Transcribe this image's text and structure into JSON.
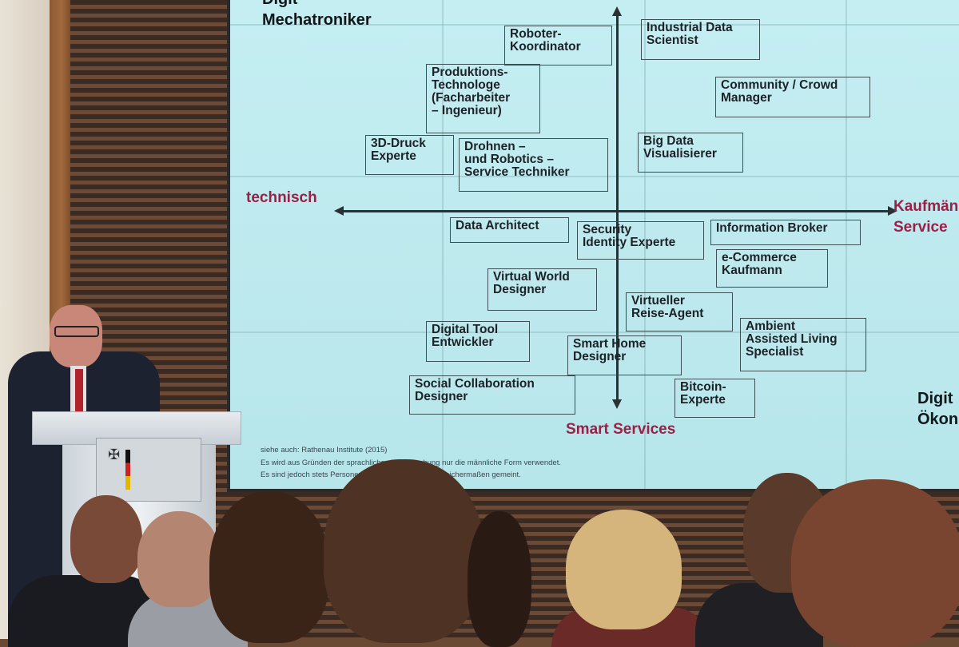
{
  "slide": {
    "top_left_partial": "Digit",
    "top_left_title": "Mechatroniker",
    "axis_left": "technisch",
    "axis_right_top": "Kaufmän",
    "axis_right_bottom": "Service",
    "axis_bottom": "Smart Services",
    "bottom_right_partial_1": "Digit",
    "bottom_right_partial_2": "Ökon",
    "boxes": {
      "roboter": "Roboter-\nKoordinator",
      "industrial": "Industrial Data\nScientist",
      "produktion": "Produktions-\nTechnologe\n(Facharbeiter\n– Ingenieur)",
      "community": "Community / Crowd\nManager",
      "druck3d": "3D-Druck\nExperte",
      "drohnen": "Drohnen –\nund Robotics –\nService Techniker",
      "bigdata": "Big Data\nVisualisierer",
      "dataarch": "Data Architect",
      "security": "Security\nIdentity Experte",
      "infobroker": "Information Broker",
      "ecommerce": "e-Commerce\nKaufmann",
      "virtualworld": "Virtual World\nDesigner",
      "reiseagent": "Virtueller\nReise-Agent",
      "digitaltool": "Digital Tool\nEntwickler",
      "smarthome": "Smart Home\nDesigner",
      "ambient": "Ambient\nAssisted Living\nSpecialist",
      "socialcollab": "Social Collaboration\nDesigner",
      "bitcoin": "Bitcoin-\nExperte"
    },
    "footnote_1": "siehe auch: Rathenau Institute (2015)",
    "footnote_2": "Es wird aus Gründen der sprachlichen Vereinfachung nur die männliche Form verwendet.",
    "footnote_3": "Es sind jedoch stets Personen beiderlei Geschlechts gleichermaßen gemeint."
  },
  "colors": {
    "screen": "#bfeaee",
    "accent_red": "#9a2046",
    "text_dark": "#11171b"
  }
}
